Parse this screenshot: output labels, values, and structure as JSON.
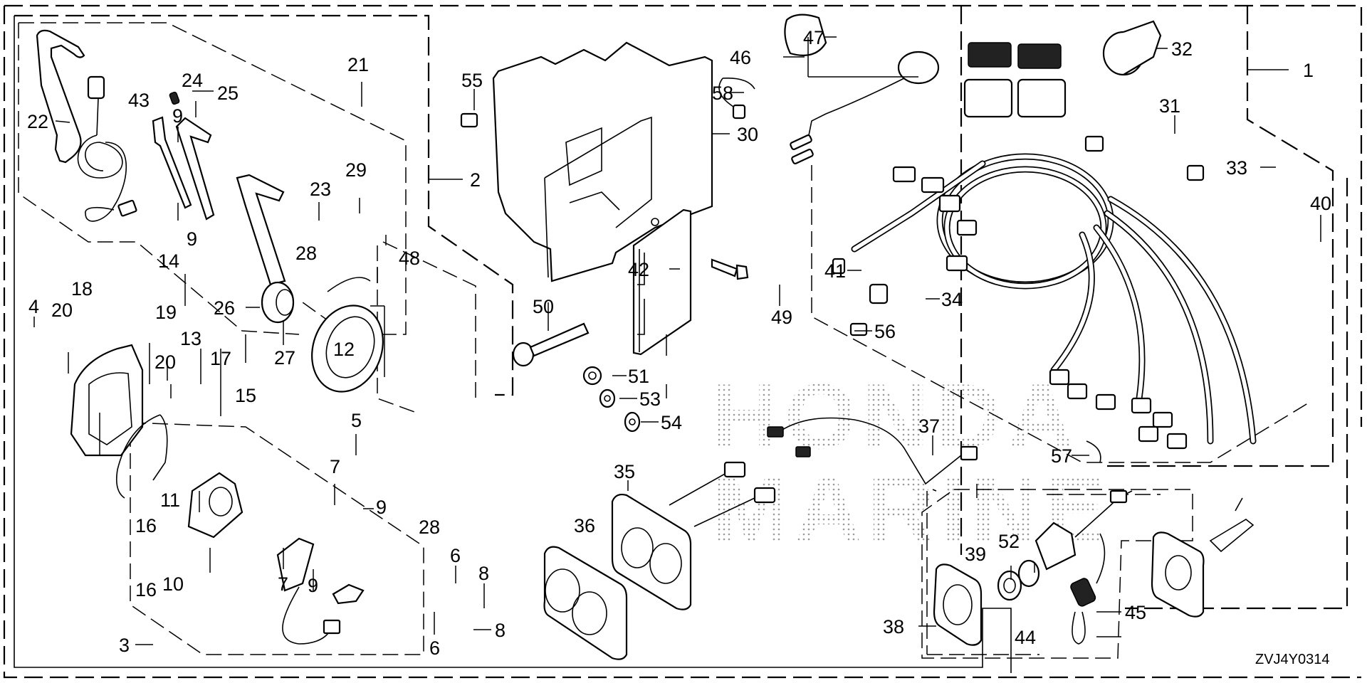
{
  "diagram": {
    "title": "Remote control / switch panel / wire harness parts diagram",
    "code": "ZVJ4Y0314",
    "watermark": [
      "HONDA",
      "MARINE"
    ],
    "colors": {
      "line": "#000000",
      "background": "#ffffff",
      "watermark_dots": "#9a9a9a"
    }
  },
  "callouts": [
    {
      "id": "c1",
      "label": "1"
    },
    {
      "id": "c2",
      "label": "2"
    },
    {
      "id": "c3",
      "label": "3"
    },
    {
      "id": "c4",
      "label": "4"
    },
    {
      "id": "c5",
      "label": "5"
    },
    {
      "id": "c6a",
      "label": "6"
    },
    {
      "id": "c6b",
      "label": "6"
    },
    {
      "id": "c7a",
      "label": "7"
    },
    {
      "id": "c7b",
      "label": "7"
    },
    {
      "id": "c8a",
      "label": "8"
    },
    {
      "id": "c8b",
      "label": "8"
    },
    {
      "id": "c9a",
      "label": "9"
    },
    {
      "id": "c9b",
      "label": "9"
    },
    {
      "id": "c9c",
      "label": "9"
    },
    {
      "id": "c9d",
      "label": "9"
    },
    {
      "id": "c10",
      "label": "10"
    },
    {
      "id": "c11",
      "label": "11"
    },
    {
      "id": "c12",
      "label": "12"
    },
    {
      "id": "c13",
      "label": "13"
    },
    {
      "id": "c14",
      "label": "14"
    },
    {
      "id": "c15",
      "label": "15"
    },
    {
      "id": "c16a",
      "label": "16"
    },
    {
      "id": "c16b",
      "label": "16"
    },
    {
      "id": "c17",
      "label": "17"
    },
    {
      "id": "c18",
      "label": "18"
    },
    {
      "id": "c19",
      "label": "19"
    },
    {
      "id": "c20a",
      "label": "20"
    },
    {
      "id": "c20b",
      "label": "20"
    },
    {
      "id": "c21",
      "label": "21"
    },
    {
      "id": "c22",
      "label": "22"
    },
    {
      "id": "c23",
      "label": "23"
    },
    {
      "id": "c24",
      "label": "24"
    },
    {
      "id": "c25",
      "label": "25"
    },
    {
      "id": "c26",
      "label": "26"
    },
    {
      "id": "c27",
      "label": "27"
    },
    {
      "id": "c28a",
      "label": "28"
    },
    {
      "id": "c28b",
      "label": "28"
    },
    {
      "id": "c29",
      "label": "29"
    },
    {
      "id": "c30",
      "label": "30"
    },
    {
      "id": "c31",
      "label": "31"
    },
    {
      "id": "c32",
      "label": "32"
    },
    {
      "id": "c33",
      "label": "33"
    },
    {
      "id": "c34",
      "label": "34"
    },
    {
      "id": "c35",
      "label": "35"
    },
    {
      "id": "c36",
      "label": "36"
    },
    {
      "id": "c37",
      "label": "37"
    },
    {
      "id": "c38",
      "label": "38"
    },
    {
      "id": "c39",
      "label": "39"
    },
    {
      "id": "c40",
      "label": "40"
    },
    {
      "id": "c41",
      "label": "41"
    },
    {
      "id": "c42",
      "label": "42"
    },
    {
      "id": "c43",
      "label": "43"
    },
    {
      "id": "c44",
      "label": "44"
    },
    {
      "id": "c45",
      "label": "45"
    },
    {
      "id": "c46",
      "label": "46"
    },
    {
      "id": "c47",
      "label": "47"
    },
    {
      "id": "c48",
      "label": "48"
    },
    {
      "id": "c49",
      "label": "49"
    },
    {
      "id": "c50",
      "label": "50"
    },
    {
      "id": "c51",
      "label": "51"
    },
    {
      "id": "c52",
      "label": "52"
    },
    {
      "id": "c53",
      "label": "53"
    },
    {
      "id": "c54",
      "label": "54"
    },
    {
      "id": "c55",
      "label": "55"
    },
    {
      "id": "c56",
      "label": "56"
    },
    {
      "id": "c57",
      "label": "57"
    },
    {
      "id": "c58",
      "label": "58"
    }
  ]
}
